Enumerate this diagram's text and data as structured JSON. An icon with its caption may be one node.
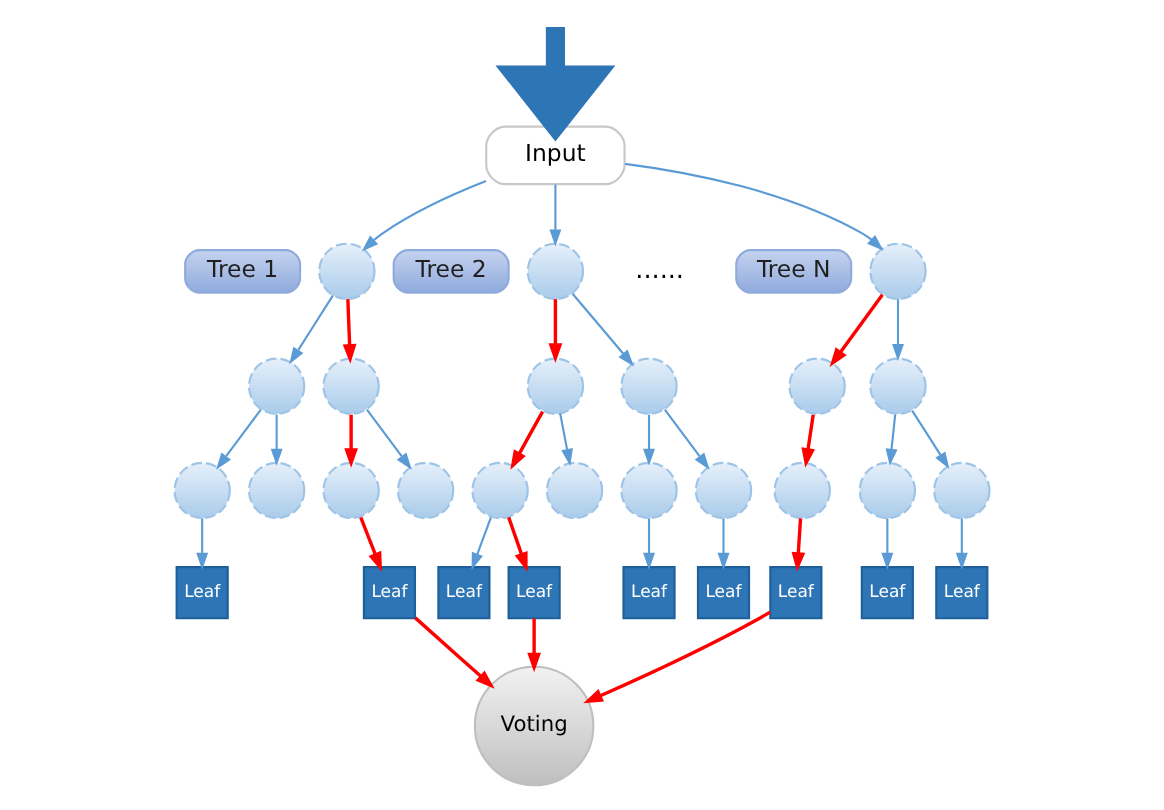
{
  "diagram": {
    "nodes": [
      {
        "text": [
          "Input"
        ]
      },
      {
        "text": [
          "Tree 1"
        ]
      },
      {
        "text": [],
        "shape": "circle"
      },
      {
        "text": [
          "Tree 2"
        ]
      },
      {
        "text": [],
        "shape": "circle"
      },
      {
        "text": [
          "Tree N"
        ]
      },
      {
        "text": [],
        "shape": "circle"
      },
      {
        "text": [],
        "shape": "circle"
      },
      {
        "text": [],
        "shape": "circle"
      },
      {
        "text": [],
        "shape": "circle"
      },
      {
        "text": [],
        "shape": "circle"
      },
      {
        "text": [],
        "shape": "circle"
      },
      {
        "text": [],
        "shape": "circle"
      },
      {
        "text": [],
        "shape": "circle"
      },
      {
        "text": [],
        "shape": "circle"
      },
      {
        "text": [],
        "shape": "circle"
      },
      {
        "text": [],
        "shape": "circle"
      },
      {
        "text": [],
        "shape": "circle"
      },
      {
        "text": [],
        "shape": "circle"
      },
      {
        "text": [],
        "shape": "circle"
      },
      {
        "text": [],
        "shape": "circle"
      },
      {
        "text": [],
        "shape": "circle"
      },
      {
        "text": [],
        "shape": "circle"
      },
      {
        "text": [],
        "shape": "circle"
      },
      {
        "text": [
          "Leaf"
        ]
      },
      {
        "text": [
          "Leaf"
        ]
      },
      {
        "text": [
          "Leaf"
        ]
      },
      {
        "text": [
          "Leaf"
        ]
      },
      {
        "text": [
          "Leaf"
        ]
      },
      {
        "text": [
          "Leaf"
        ]
      },
      {
        "text": [
          "Leaf"
        ]
      },
      {
        "text": [
          "Leaf"
        ]
      },
      {
        "text": [
          "Leaf"
        ]
      },
      {
        "text": [
          "Voting"
        ]
      }
    ],
    "edges": [
      {
        "from": null,
        "to": 0,
        "arrow": "to",
        "style": "thick",
        "color": "#2e75b6"
      },
      {
        "from": 0,
        "to": 2,
        "arrow": "to"
      },
      {
        "from": 0,
        "to": 4,
        "arrow": "to"
      },
      {
        "from": 0,
        "to": 6,
        "arrow": "to"
      },
      {
        "from": 2,
        "to": 7,
        "arrow": "to"
      },
      {
        "from": 2,
        "to": 8,
        "arrow": "to",
        "color": "#ff0000"
      },
      {
        "from": 7,
        "to": 13,
        "arrow": "to"
      },
      {
        "from": 7,
        "to": 14,
        "arrow": "to"
      },
      {
        "from": 8,
        "to": 15,
        "arrow": "to",
        "color": "#ff0000"
      },
      {
        "from": 8,
        "to": 16,
        "arrow": "to"
      },
      {
        "from": 13,
        "to": 24,
        "arrow": "to"
      },
      {
        "from": 15,
        "to": 25,
        "arrow": "to",
        "color": "#ff0000"
      },
      {
        "from": 4,
        "to": 9,
        "arrow": "to",
        "color": "#ff0000"
      },
      {
        "from": 4,
        "to": 10,
        "arrow": "to"
      },
      {
        "from": 9,
        "to": 17,
        "arrow": "to",
        "color": "#ff0000"
      },
      {
        "from": 9,
        "to": 18,
        "arrow": "to"
      },
      {
        "from": 10,
        "to": 19,
        "arrow": "to"
      },
      {
        "from": 10,
        "to": 20,
        "arrow": "to"
      },
      {
        "from": 17,
        "to": 26,
        "arrow": "to"
      },
      {
        "from": 17,
        "to": 27,
        "arrow": "to",
        "color": "#ff0000"
      },
      {
        "from": 19,
        "to": 28,
        "arrow": "to"
      },
      {
        "from": 20,
        "to": 29,
        "arrow": "to"
      },
      {
        "from": 6,
        "to": 11,
        "arrow": "to",
        "color": "#ff0000"
      },
      {
        "from": 6,
        "to": 12,
        "arrow": "to"
      },
      {
        "from": 11,
        "to": 21,
        "arrow": "to",
        "color": "#ff0000"
      },
      {
        "from": 12,
        "to": 22,
        "arrow": "to"
      },
      {
        "from": 12,
        "to": 23,
        "arrow": "to"
      },
      {
        "from": 21,
        "to": 30,
        "arrow": "to",
        "color": "#ff0000"
      },
      {
        "from": 22,
        "to": 31,
        "arrow": "to"
      },
      {
        "from": 23,
        "to": 32,
        "arrow": "to"
      },
      {
        "from": 25,
        "to": 33,
        "arrow": "to",
        "color": "#ff0000"
      },
      {
        "from": 27,
        "to": 33,
        "arrow": "to",
        "color": "#ff0000"
      },
      {
        "from": 30,
        "to": 33,
        "arrow": "to",
        "color": "#ff0000"
      }
    ],
    "labels": [
      "......"
    ]
  }
}
